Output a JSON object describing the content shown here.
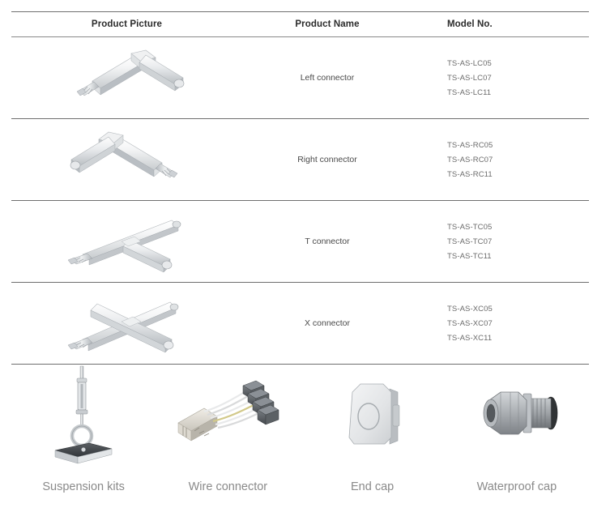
{
  "table": {
    "headers": {
      "picture": "Product Picture",
      "name": "Product Name",
      "model": "Model No."
    },
    "rows": [
      {
        "name": "Left connector",
        "icon": "left-connector-image",
        "models": [
          "TS-AS-LC05",
          "TS-AS-LC07",
          "TS-AS-LC11"
        ]
      },
      {
        "name": "Right connector",
        "icon": "right-connector-image",
        "models": [
          "TS-AS-RC05",
          "TS-AS-RC07",
          "TS-AS-RC11"
        ]
      },
      {
        "name": "T connector",
        "icon": "t-connector-image",
        "models": [
          "TS-AS-TC05",
          "TS-AS-TC07",
          "TS-AS-TC11"
        ]
      },
      {
        "name": "X connector",
        "icon": "x-connector-image",
        "models": [
          "TS-AS-XC05",
          "TS-AS-XC07",
          "TS-AS-XC11"
        ]
      }
    ]
  },
  "accessories": [
    {
      "label": "Suspension kits",
      "icon": "suspension-kit-image"
    },
    {
      "label": "Wire connector",
      "icon": "wire-connector-image"
    },
    {
      "label": "End cap",
      "icon": "end-cap-image"
    },
    {
      "label": "Waterproof cap",
      "icon": "waterproof-cap-image"
    }
  ],
  "colors": {
    "rule": "#6f6f6f",
    "header_text": "#2b2b2b",
    "name_text": "#4a4a4a",
    "model_text": "#6b6b6b",
    "accessory_text": "#8a8a8a",
    "metal_light": "#f2f3f4",
    "metal_mid": "#d6d9dc",
    "metal_dark": "#a9aeb3",
    "plug_dark": "#5a5e63"
  }
}
